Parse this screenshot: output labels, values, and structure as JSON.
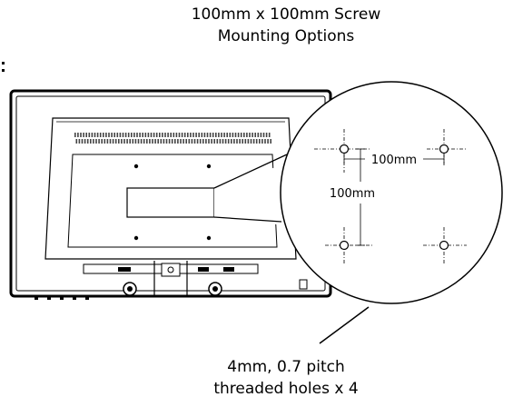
{
  "captions": {
    "top_line1": "100mm x 100mm Screw",
    "top_line2": "Mounting Options",
    "bottom_line1": "4mm, 0.7 pitch",
    "bottom_line2": "threaded holes x 4"
  },
  "callout": {
    "horizontal_dimension": "100mm",
    "vertical_dimension": "100mm"
  },
  "colors": {
    "line": "#000000",
    "background": "#ffffff",
    "vent": "#444444"
  }
}
